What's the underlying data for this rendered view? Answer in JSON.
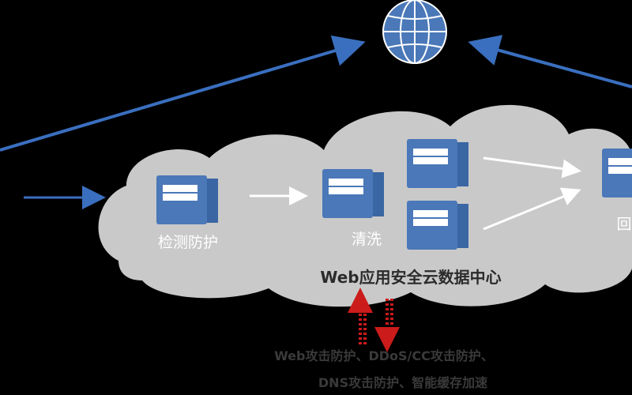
{
  "nodes": {
    "detect": "检测防护",
    "clean": "清洗",
    "return_partial": "回"
  },
  "cloud_caption": "Web应用安全云数据中心",
  "footer": {
    "line1": "Web攻击防护、DDoS/CC攻击防护、",
    "line2": "DNS攻击防护、智能缓存加速"
  },
  "colors": {
    "background": "#000000",
    "cloud": "#c9c9c9",
    "server": "#4a78b8",
    "arrow_blue": "#3a6fbf",
    "arrow_white": "#ffffff",
    "dotted_red": "#cc1b1b"
  },
  "icons": [
    "globe-icon",
    "server-icon"
  ]
}
